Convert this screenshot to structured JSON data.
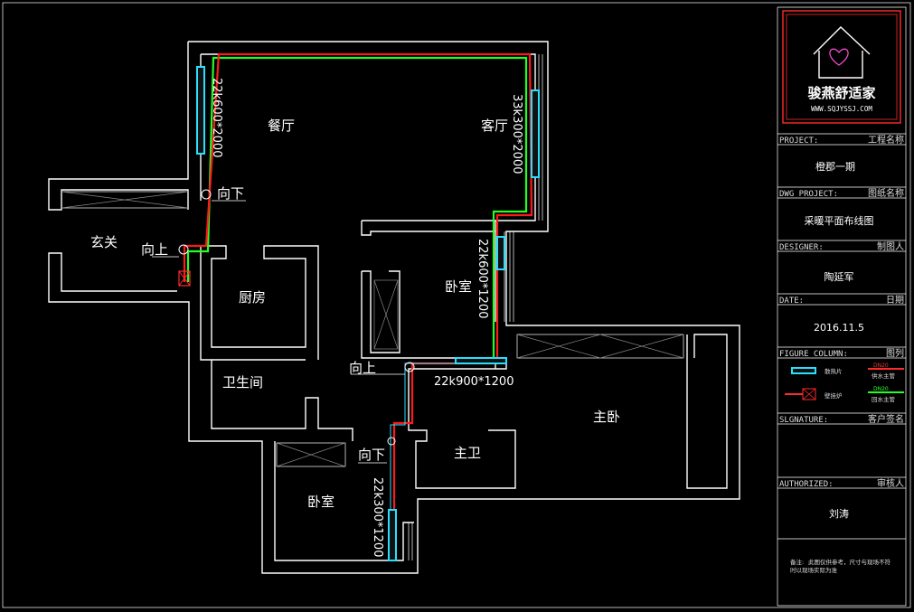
{
  "rooms": {
    "dining": "餐厅",
    "living": "客厅",
    "entrance": "玄关",
    "kitchen": "厨房",
    "bedroom1": "卧室",
    "bathroom": "卫生间",
    "master_bedroom": "主卧",
    "master_bath": "主卫",
    "bedroom2": "卧室"
  },
  "radiators": {
    "dining": "22k600*2000",
    "living": "33k300*2000",
    "bedroom1": "22k600*1200",
    "master": "22k900*1200",
    "bedroom2": "22k300*1200"
  },
  "pipe_labels": {
    "down1": "向下",
    "up1": "向上",
    "up2": "向上",
    "down2": "向下"
  },
  "logo": {
    "brand": "骏燕舒适家",
    "url": "WWW.SQJYSSJ.COM"
  },
  "title_block": {
    "project_label": "PROJECT:",
    "project_label_cn": "工程名称",
    "project_value": "橙郡一期",
    "dwg_label": "DWG PROJECT:",
    "dwg_label_cn": "图纸名称",
    "dwg_value": "采暖平面布线图",
    "designer_label": "DESIGNER:",
    "designer_label_cn": "制图人",
    "designer_value": "陶延军",
    "date_label": "DATE:",
    "date_label_cn": "日期",
    "date_value": "2016.11.5",
    "figure_label": "FIGURE COLUMN:",
    "figure_label_cn": "图列",
    "legend_radiator": "散热片",
    "legend_boiler": "壁挂炉",
    "legend_supply_top": "DN20",
    "legend_supply": "供水主管",
    "legend_return_top": "DN20",
    "legend_return": "回水主管",
    "signature_label": "SLGNATURE:",
    "signature_label_cn": "客户签名",
    "authorized_label": "AUTHORIZED:",
    "authorized_label_cn": "审核人",
    "authorized_value": "刘涛",
    "note_label": "备注:",
    "note_line1": "此图仅供参考，尺寸与现场不符",
    "note_line2": "时以现场实际为准"
  },
  "colors": {
    "supply_pipe": "#ff1a1a",
    "return_pipe": "#22ff22",
    "radiator": "#27e0ff",
    "background": "#000000"
  }
}
